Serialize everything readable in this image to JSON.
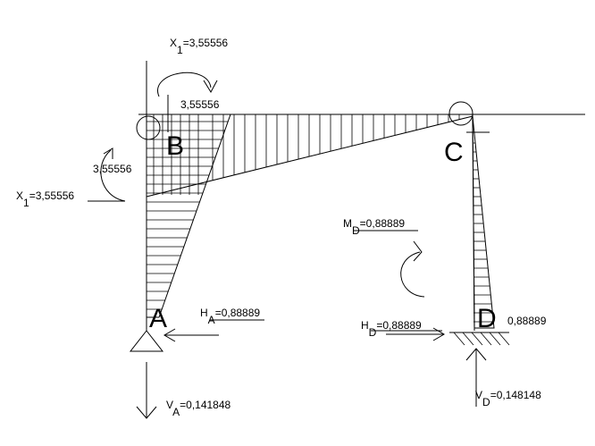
{
  "nodes": {
    "A": "A",
    "B": "B",
    "C": "C",
    "D": "D"
  },
  "labels": {
    "x1_top": {
      "main": "X",
      "sub": "1",
      "value": "=3,55556"
    },
    "x1_left": {
      "main": "X",
      "sub": "1",
      "value": "=3,55556"
    },
    "moment_b_top": "3,55556",
    "moment_b_left": "3,55556",
    "md": {
      "main": "M",
      "sub": "D",
      "value": "=0,88889"
    },
    "ha": {
      "main": "H",
      "sub": "A",
      "value": "=0,88889"
    },
    "hd": {
      "main": "H",
      "sub": "D",
      "value": "=0,88889"
    },
    "d_moment": "0,88889",
    "va": {
      "main": "V",
      "sub": "A",
      "value": "=0,141848"
    },
    "vd": {
      "main": "V",
      "sub": "D",
      "value": "=0,148148"
    }
  },
  "colors": {
    "ink": "#000000",
    "background": "#ffffff"
  }
}
